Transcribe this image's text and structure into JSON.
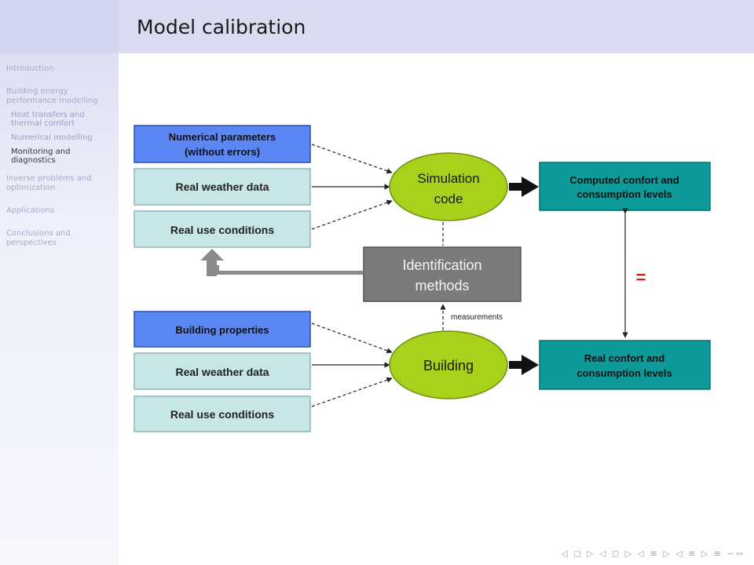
{
  "slide": {
    "title": "Model calibration"
  },
  "sidebar": {
    "items": [
      {
        "label": "Introduction"
      },
      {
        "label": "Building energy\nperformance modelling",
        "subitems": [
          {
            "label": "Heat transfers and\nthermal comfort",
            "active": false
          },
          {
            "label": "Numerical modelling",
            "active": false
          },
          {
            "label": "Monitoring and\ndiagnostics",
            "active": true
          }
        ]
      },
      {
        "label": "Inverse problems and\noptimization"
      },
      {
        "label": "Applications"
      },
      {
        "label": "Conclusions and\nperspectives"
      }
    ]
  },
  "diagram": {
    "inputs_top": {
      "numerical_parameters": [
        "Numerical parameters",
        "(without errors)"
      ],
      "weather": "Real weather data",
      "use": "Real use conditions"
    },
    "inputs_bottom": {
      "building_properties": "Building properties",
      "weather": "Real weather data",
      "use": "Real use conditions"
    },
    "simulation": [
      "Simulation",
      "code"
    ],
    "building": "Building",
    "identification": [
      "Identification",
      "methods"
    ],
    "computed_output": [
      "Computed confort and",
      "consumption levels"
    ],
    "real_output": [
      "Real confort and",
      "consumption levels"
    ],
    "measurements": "measurements",
    "equals": "=",
    "colors": {
      "blue_box": "#5b87f5",
      "light_box": "#c7e7e7",
      "ellipse": "#a7d11a",
      "teal_box": "#0e9a99",
      "grey_box": "#7b7b7b",
      "equals_red": "#d42020"
    }
  },
  "controls": "◁ ◻ ▷ ◁ ◻ ▷ ◁ ≡ ▷ ◁ ≡ ▷ ≡ ∽∾"
}
